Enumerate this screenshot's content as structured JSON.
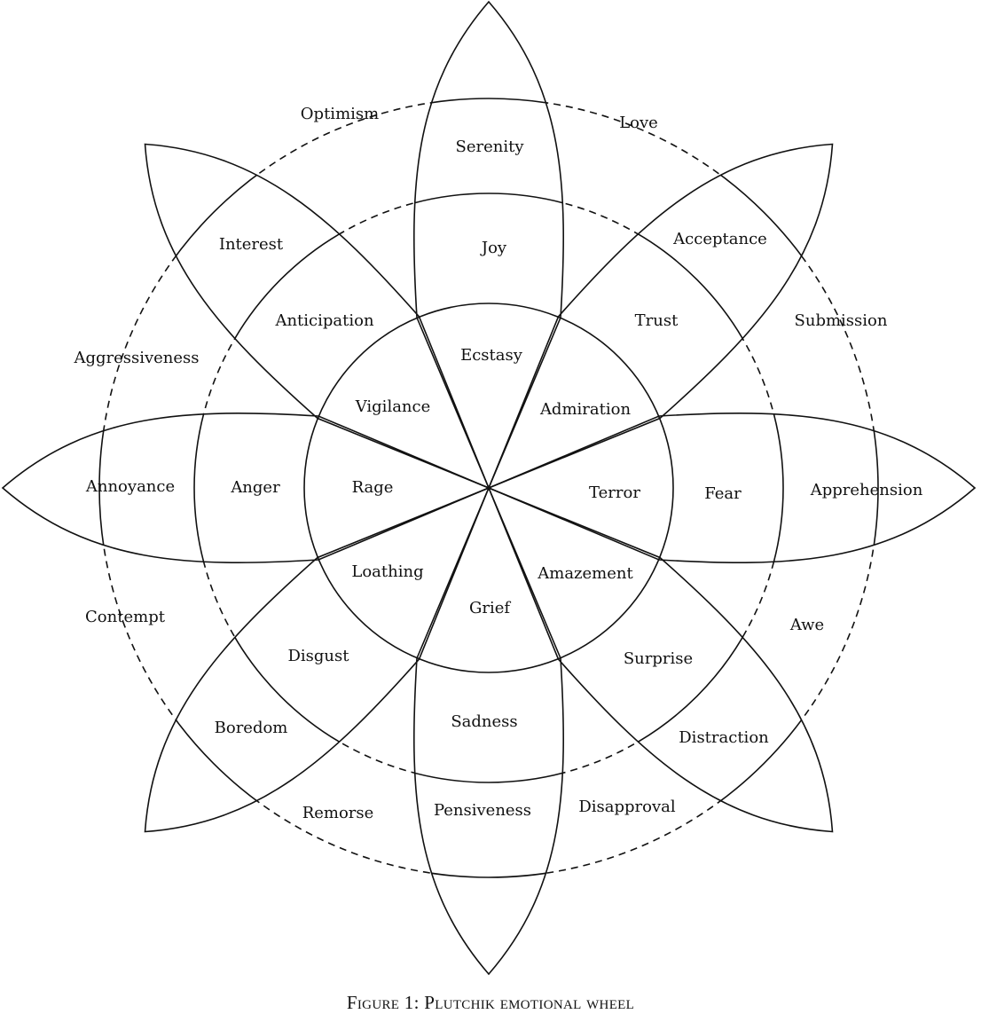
{
  "title": "Plutchik emotional wheel",
  "caption": "Figure 1: Plutchik emotional wheel",
  "petals": [
    {
      "outer": "Serenity",
      "middle": "Joy",
      "inner": "Ecstasy"
    },
    {
      "outer": "Acceptance",
      "middle": "Trust",
      "inner": "Admiration"
    },
    {
      "outer": "Apprehension",
      "middle": "Fear",
      "inner": "Terror"
    },
    {
      "outer": "Distraction",
      "middle": "Surprise",
      "inner": "Amazement"
    },
    {
      "outer": "Pensiveness",
      "middle": "Sadness",
      "inner": "Grief"
    },
    {
      "outer": "Boredom",
      "middle": "Disgust",
      "inner": "Loathing"
    },
    {
      "outer": "Annoyance",
      "middle": "Anger",
      "inner": "Rage"
    },
    {
      "outer": "Interest",
      "middle": "Anticipation",
      "inner": "Vigilance"
    }
  ],
  "dyads": [
    "Love",
    "Submission",
    "Awe",
    "Disapproval",
    "Remorse",
    "Contempt",
    "Aggressiveness",
    "Optimism"
  ]
}
